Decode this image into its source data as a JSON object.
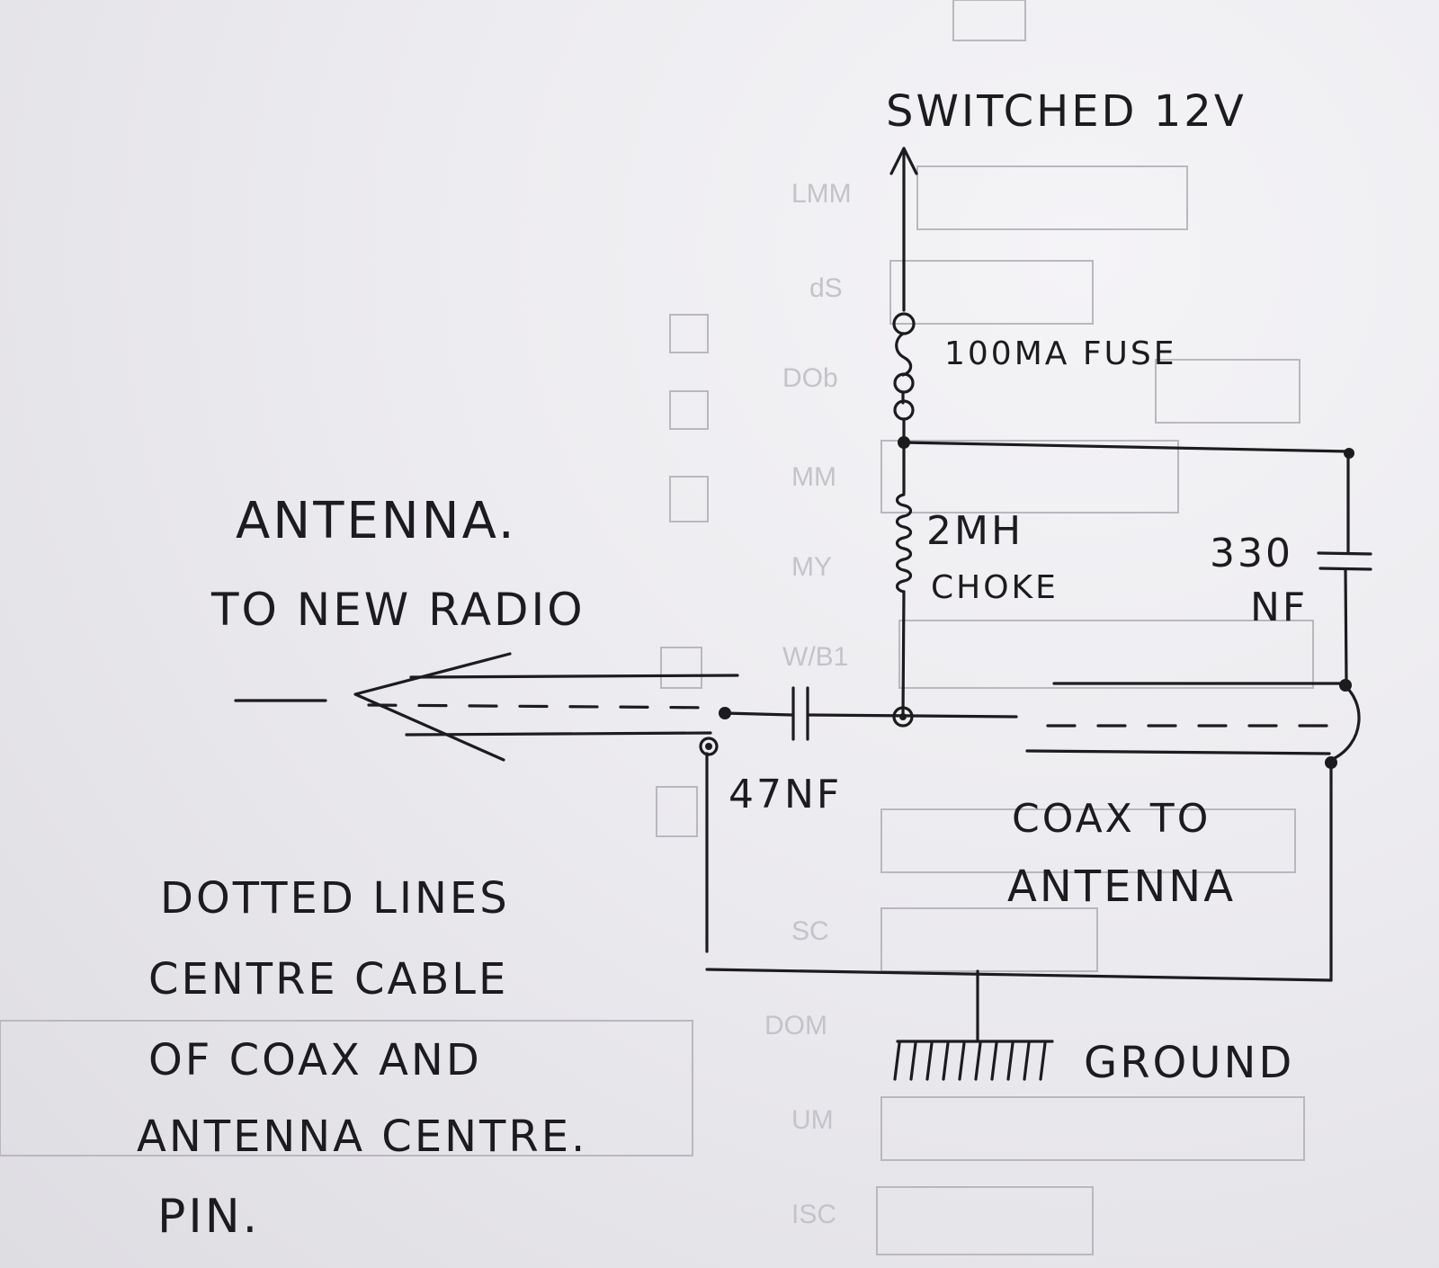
{
  "labels": {
    "supply": "SWITCHED 12V",
    "fuse": "100MA FUSE",
    "choke_line1": "2MH",
    "choke_line2": "CHOKE",
    "cap_right_line1": "330",
    "cap_right_line2": "NF",
    "antenna_line1": "ANTENNA.",
    "antenna_line2": "TO NEW RADIO",
    "cap_series": "47NF",
    "coax_line1": "COAX TO",
    "coax_line2": "ANTENNA",
    "ground": "GROUND",
    "note_line1": "DOTTED LINES",
    "note_line2": "CENTRE CABLE",
    "note_line3": "OF COAX AND",
    "note_line4": "ANTENNA CENTRE.",
    "note_line5": "PIN."
  }
}
